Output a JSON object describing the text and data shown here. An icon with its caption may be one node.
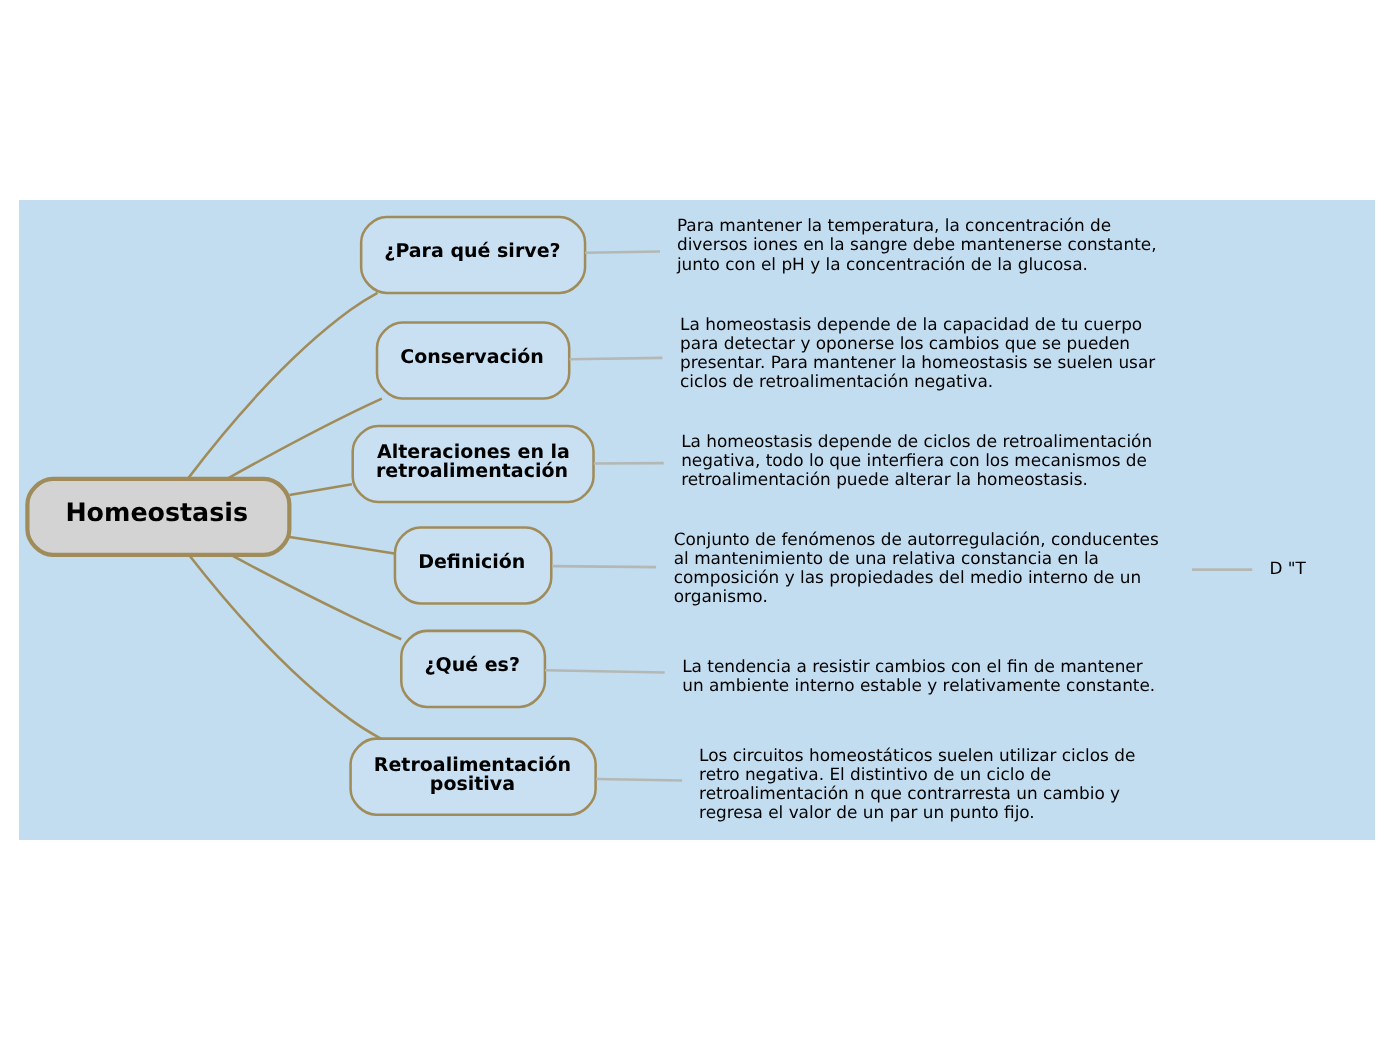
{
  "diagram": {
    "nodes": [
      {
        "text": [
          "Homeostasis"
        ]
      },
      {
        "text": [
          "¿Para qué sirve?"
        ]
      },
      {
        "text": [
          "Para mantener la temperatura, la concentración de diversos iones en la sangre debe mantenerse constante, junto con el pH y la concentración de la glucosa."
        ]
      },
      {
        "text": [
          "Conservación"
        ]
      },
      {
        "text": [
          "La homeostasis depende de la capacidad de tu cuerpo para detectar y oponerse los cambios que se pueden presentar. Para mantener la homeostasis se suelen usar ciclos de retroalimentación negativa."
        ]
      },
      {
        "text": [
          "Alteraciones en la retroalimentación"
        ]
      },
      {
        "text": [
          "La homeostasis depende de ciclos de retroalimentación negativa, todo lo que interfiera con los mecanismos de retroalimentación puede alterar la homeostasis."
        ]
      },
      {
        "text": [
          "Definición"
        ]
      },
      {
        "text": [
          "Conjunto de fenómenos de autorregulación, conducentes al mantenimiento de una relativa constancia en la composición y las propiedades del medio interno de un organismo."
        ]
      },
      {
        "text": [
          "D \"T"
        ]
      },
      {
        "text": [
          "¿Qué es?"
        ]
      },
      {
        "text": [
          "La tendencia a resistir cambios con el fin de mantener un ambiente interno estable y relativamente constante."
        ]
      },
      {
        "text": [
          "Retroalimentación positiva"
        ]
      },
      {
        "text": [
          "Los circuitos homeostáticos suelen utilizar ciclos de retro negativa. El distintivo de un ciclo de retroalimentación n que contrarresta un cambio y regresa el valor de un par un punto fijo."
        ]
      }
    ],
    "edges": [
      {
        "from": 0,
        "to": 1,
        "arrow": "none",
        "color": "#a08c5a"
      },
      {
        "from": 1,
        "to": 2,
        "arrow": "none"
      },
      {
        "from": 0,
        "to": 3,
        "arrow": "none",
        "color": "#a08c5a"
      },
      {
        "from": 3,
        "to": 4,
        "arrow": "none"
      },
      {
        "from": 0,
        "to": 5,
        "arrow": "none",
        "color": "#a08c5a"
      },
      {
        "from": 5,
        "to": 6,
        "arrow": "none"
      },
      {
        "from": 0,
        "to": 7,
        "arrow": "none",
        "color": "#a08c5a"
      },
      {
        "from": 7,
        "to": 8,
        "arrow": "none"
      },
      {
        "from": 8,
        "to": 9,
        "arrow": "none"
      },
      {
        "from": 0,
        "to": 10,
        "arrow": "none",
        "color": "#a08c5a"
      },
      {
        "from": 10,
        "to": 11,
        "arrow": "none"
      },
      {
        "from": 0,
        "to": 12,
        "arrow": "none",
        "color": "#a08c5a"
      },
      {
        "from": 12,
        "to": 13,
        "arrow": "none"
      }
    ]
  }
}
